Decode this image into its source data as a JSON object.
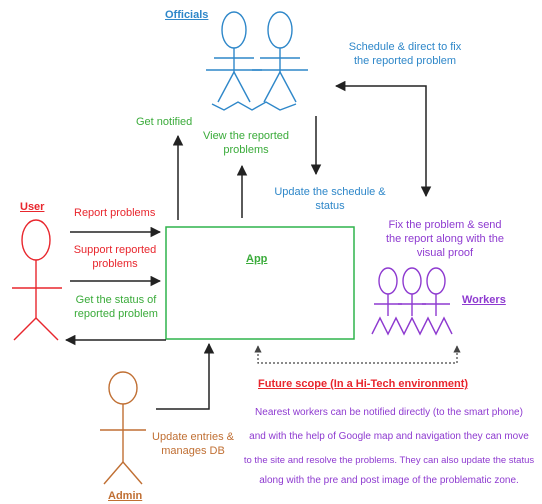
{
  "colors": {
    "user": "#e8262d",
    "officials": "#2e87c9",
    "app": "#2fb44b",
    "workers": "#8e3ad0",
    "admin": "#c06f33",
    "arrow": "#222222",
    "dashed": "#444444"
  },
  "actors": {
    "officials": "Officials",
    "user": "User",
    "workers": "Workers",
    "admin": "Admin"
  },
  "app_label": "App",
  "edges": {
    "report_problems": "Report problems",
    "support_reported": [
      "Support reported",
      "problems"
    ],
    "get_status": [
      "Get the status of",
      "reported problem"
    ],
    "get_notified": "Get notified",
    "view_reported": [
      "View the reported",
      "problems"
    ],
    "update_schedule": [
      "Update the schedule &",
      "status"
    ],
    "schedule_direct": [
      "Schedule & direct to fix",
      "the reported problem"
    ],
    "fix_problem": [
      "Fix the problem & send",
      "the report along with the",
      "visual proof"
    ],
    "update_entries": [
      "Update entries &",
      "manages DB"
    ]
  },
  "future_scope": {
    "title": "Future scope (In a Hi-Tech environment)",
    "lines": [
      "Nearest workers can be notified directly (to the smart phone)",
      "and with the help of Google map and navigation they can move",
      "to the site and resolve  the problems. They can also update the status",
      "along with the pre and post image of the problematic zone."
    ]
  }
}
